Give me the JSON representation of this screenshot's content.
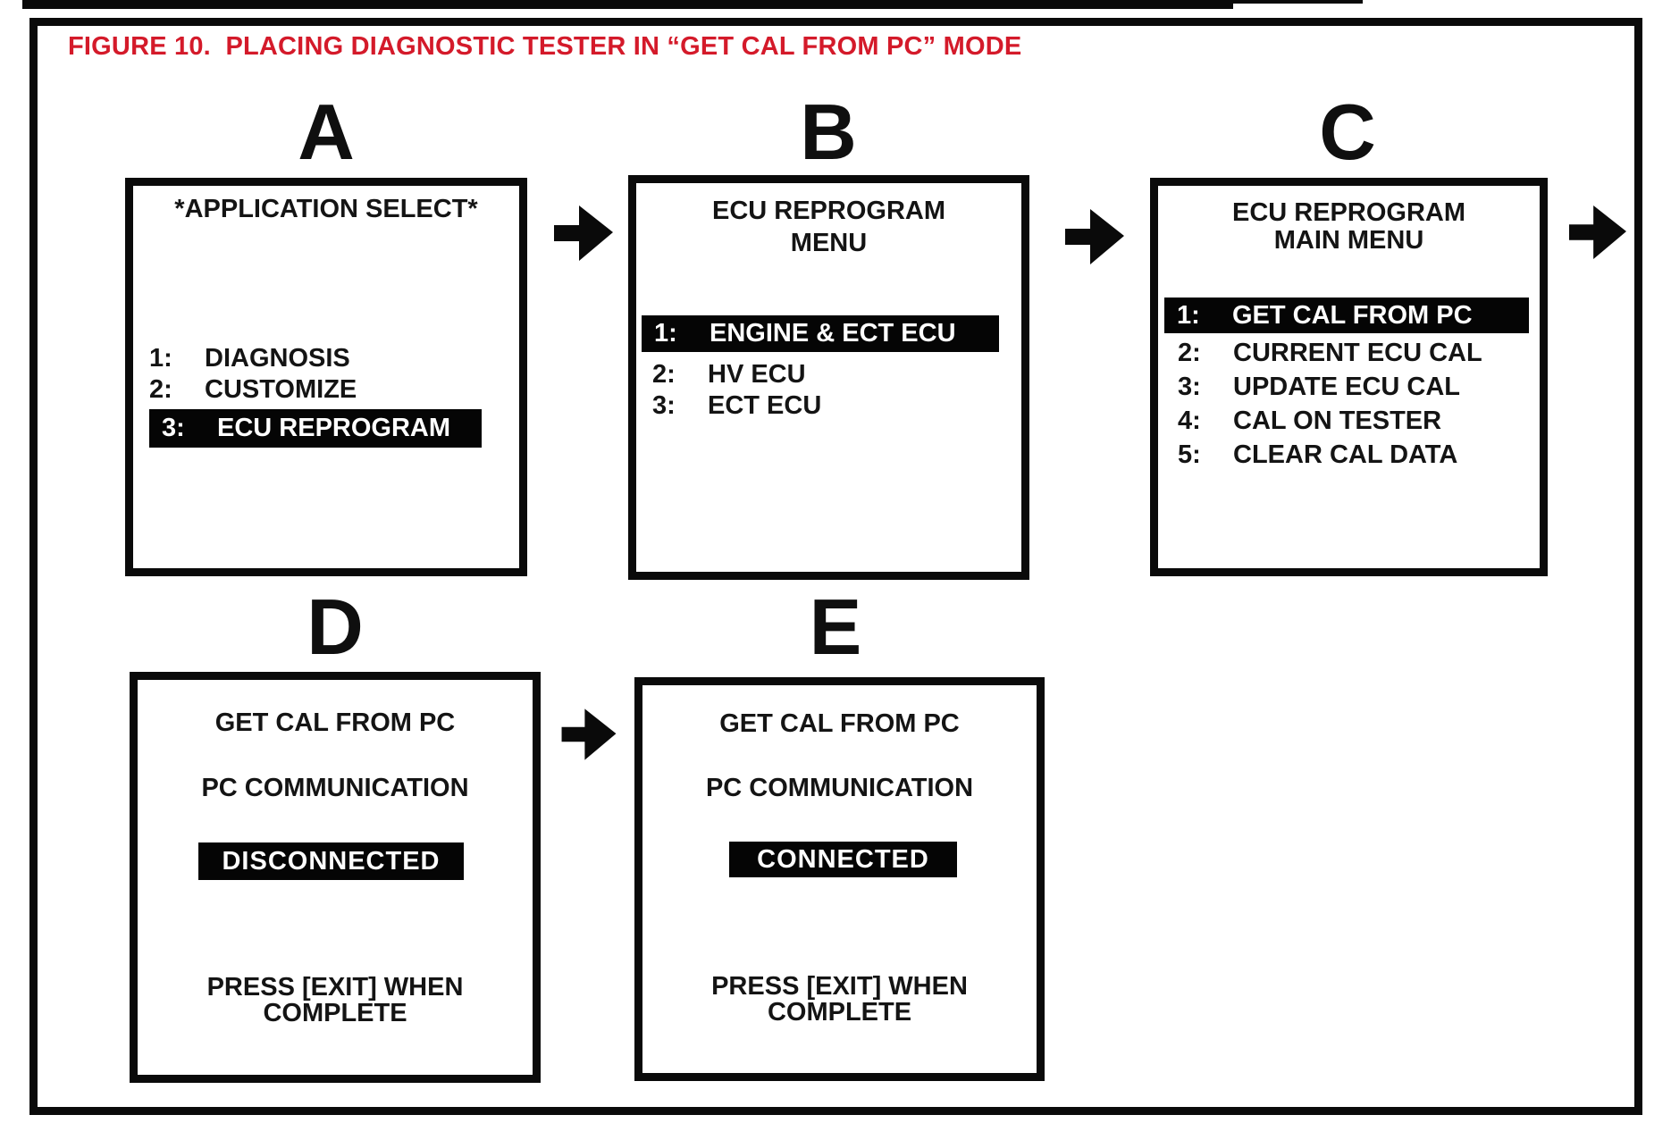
{
  "figure": {
    "title": "FIGURE 10.  PLACING DIAGNOSTIC TESTER IN “GET CAL FROM PC” MODE"
  },
  "colors": {
    "title_red": "#d41a2a",
    "ink": "#141414",
    "highlight_bg": "#050505",
    "highlight_fg": "#ffffff",
    "border_black": "#0a0a0a"
  },
  "screens": {
    "a": {
      "label": "A",
      "title": "*APPLICATION SELECT*",
      "items": [
        {
          "num": "1:",
          "text": "DIAGNOSIS"
        },
        {
          "num": "2:",
          "text": "CUSTOMIZE"
        },
        {
          "num": "3:",
          "text": "ECU REPROGRAM"
        }
      ]
    },
    "b": {
      "label": "B",
      "title_line1": "ECU REPROGRAM",
      "title_line2": "MENU",
      "items": [
        {
          "num": "1:",
          "text": "ENGINE & ECT ECU"
        },
        {
          "num": "2:",
          "text": "HV ECU"
        },
        {
          "num": "3:",
          "text": "ECT ECU"
        }
      ]
    },
    "c": {
      "label": "C",
      "title_line1": "ECU REPROGRAM",
      "title_line2": "MAIN MENU",
      "items": [
        {
          "num": "1:",
          "text": "GET CAL FROM PC"
        },
        {
          "num": "2:",
          "text": "CURRENT ECU CAL"
        },
        {
          "num": "3:",
          "text": "UPDATE ECU CAL"
        },
        {
          "num": "4:",
          "text": "CAL ON TESTER"
        },
        {
          "num": "5:",
          "text": "CLEAR CAL DATA"
        }
      ]
    },
    "d": {
      "label": "D",
      "line1": "GET CAL FROM PC",
      "line2": "PC COMMUNICATION",
      "status": "DISCONNECTED",
      "footer_line1": "PRESS [EXIT] WHEN",
      "footer_line2": "COMPLETE"
    },
    "e": {
      "label": "E",
      "line1": "GET CAL FROM PC",
      "line2": "PC COMMUNICATION",
      "status": "CONNECTED",
      "footer_line1": "PRESS [EXIT] WHEN",
      "footer_line2": "COMPLETE"
    }
  }
}
